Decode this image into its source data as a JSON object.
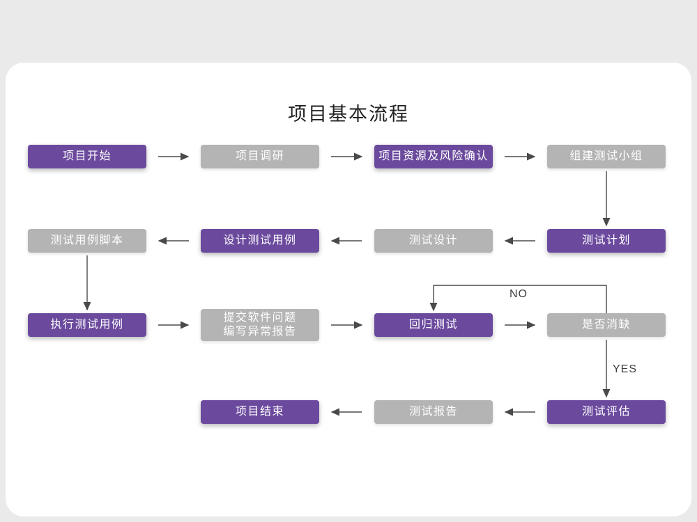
{
  "page": {
    "title": "项目基本流程"
  },
  "colors": {
    "purple": "#6b4a9e",
    "gray": "#b4b4b4",
    "arrow": "#4a4a4a",
    "card": "#ffffff",
    "background": "#eaeaea"
  },
  "labels": {
    "no": "NO",
    "yes": "YES"
  },
  "nodes": [
    {
      "id": "project-start",
      "label": "项目开始",
      "variant": "purple"
    },
    {
      "id": "project-research",
      "label": "项目调研",
      "variant": "gray"
    },
    {
      "id": "project-resources-risk",
      "label": "项目资源及风险确认",
      "variant": "purple"
    },
    {
      "id": "build-test-team",
      "label": "组建测试小组",
      "variant": "gray"
    },
    {
      "id": "test-case-script",
      "label": "测试用例脚本",
      "variant": "gray"
    },
    {
      "id": "design-test-case",
      "label": "设计测试用例",
      "variant": "purple"
    },
    {
      "id": "test-design",
      "label": "测试设计",
      "variant": "gray"
    },
    {
      "id": "test-plan",
      "label": "测试计划",
      "variant": "purple"
    },
    {
      "id": "execute-test-case",
      "label": "执行测试用例",
      "variant": "purple"
    },
    {
      "id": "submit-issue-report",
      "lines": [
        "提交软件问题",
        "编写异常报告"
      ],
      "variant": "gray"
    },
    {
      "id": "regression-test",
      "label": "回归测试",
      "variant": "purple"
    },
    {
      "id": "defect-cleared",
      "label": "是否消缺",
      "variant": "gray"
    },
    {
      "id": "project-end",
      "label": "项目结束",
      "variant": "purple"
    },
    {
      "id": "test-report",
      "label": "测试报告",
      "variant": "gray"
    },
    {
      "id": "test-evaluation",
      "label": "测试评估",
      "variant": "purple"
    }
  ]
}
